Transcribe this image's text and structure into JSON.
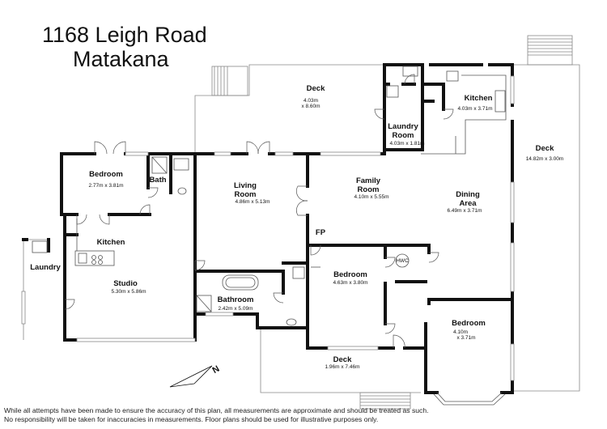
{
  "title": {
    "line1": "1168 Leigh Road",
    "line2": "Matakana"
  },
  "rooms": [
    {
      "key": "deck_top",
      "label": "Deck",
      "dims": [
        "4.03m",
        "x 8.60m"
      ]
    },
    {
      "key": "kitchen_main",
      "label": "Kitchen",
      "dims": [
        "4.03m x 3.71m"
      ]
    },
    {
      "key": "laundry_room",
      "label": "Laundry Room",
      "dims": [
        "4.03m x 1.81m"
      ]
    },
    {
      "key": "deck_right",
      "label": "Deck",
      "dims": [
        "14.82m x 3.00m"
      ]
    },
    {
      "key": "bedroom_left",
      "label": "Bedroom",
      "dims": [
        "2.77m x 3.81m"
      ]
    },
    {
      "key": "bath",
      "label": "Bath",
      "dims": []
    },
    {
      "key": "living_room",
      "label": "Living Room",
      "dims": [
        "4.86m x 5.13m"
      ]
    },
    {
      "key": "family_room",
      "label": "Family Room",
      "dims": [
        "4.10m x 5.55m"
      ]
    },
    {
      "key": "dining_area",
      "label": "Dining Area",
      "dims": [
        "6.49m x 3.71m"
      ]
    },
    {
      "key": "kitchen_studio",
      "label": "Kitchen",
      "dims": []
    },
    {
      "key": "laundry_left",
      "label": "Laundry",
      "dims": []
    },
    {
      "key": "studio",
      "label": "Studio",
      "dims": [
        "5.30m x 5.86m"
      ]
    },
    {
      "key": "fp",
      "label": "FP",
      "dims": []
    },
    {
      "key": "bedroom_mid",
      "label": "Bedroom",
      "dims": [
        "4.63m x 3.80m"
      ]
    },
    {
      "key": "bathroom",
      "label": "Bathroom",
      "dims": [
        "2.42m x 5.09m"
      ]
    },
    {
      "key": "bedroom_right",
      "label": "Bedroom",
      "dims": [
        "4.10m",
        "x 3.71m"
      ]
    },
    {
      "key": "deck_bottom",
      "label": "Deck",
      "dims": [
        "1.96m x 7.46m"
      ]
    }
  ],
  "fixtures": {
    "hwc": "HWC"
  },
  "compass": {
    "label": "N",
    "color": "#111111"
  },
  "disclaimer": {
    "line1": "While all attempts have been made to ensure the accuracy of this plan, all measurements are approximate and should be treated as such.",
    "line2": "No responsibility will be taken for inaccuracies in measurements. Floor plans should be used for illustrative purposes only."
  }
}
